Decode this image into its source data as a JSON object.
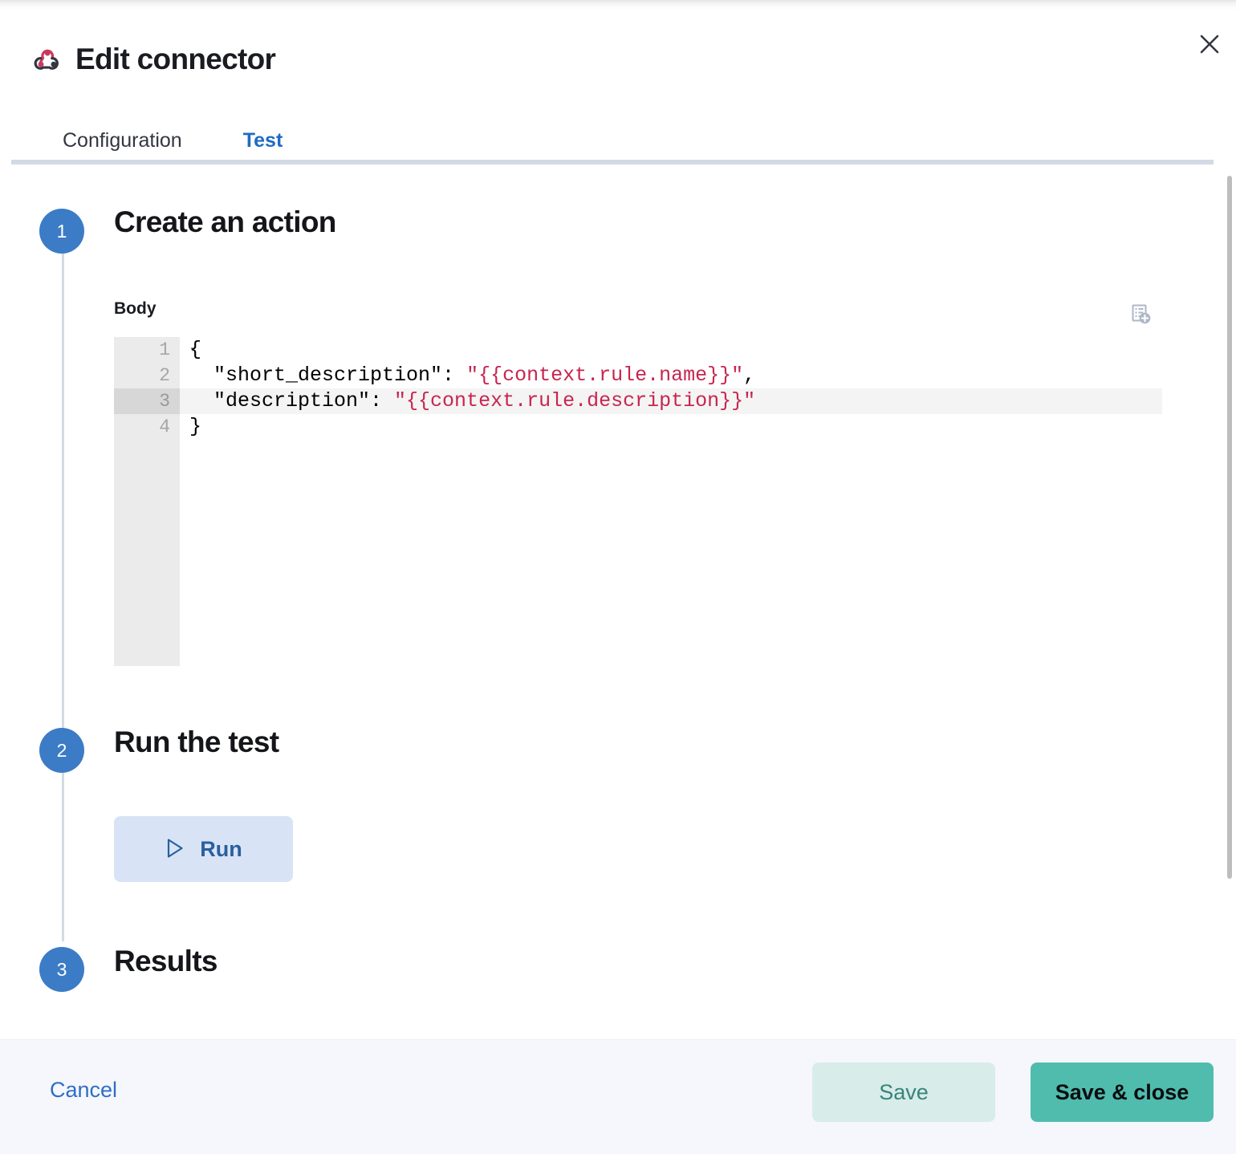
{
  "header": {
    "title": "Edit connector",
    "icon": "webhook-icon",
    "close_icon": "close-icon"
  },
  "tabs": [
    {
      "label": "Configuration",
      "selected": false
    },
    {
      "label": "Test",
      "selected": true
    }
  ],
  "steps": [
    {
      "number": "1",
      "title": "Create an action"
    },
    {
      "number": "2",
      "title": "Run the test"
    },
    {
      "number": "3",
      "title": "Results"
    }
  ],
  "editor": {
    "label": "Body",
    "add_variable_icon": "add-variable-icon",
    "active_line": 3,
    "lines": [
      {
        "number": "1",
        "foldable": true,
        "text": "{"
      },
      {
        "number": "2",
        "foldable": false,
        "key": "  \"short_description\": ",
        "value": "\"{{context.rule.name}}\"",
        "tail": ","
      },
      {
        "number": "3",
        "foldable": false,
        "key": "  \"description\": ",
        "value": "\"{{context.rule.description}}\"",
        "tail": ""
      },
      {
        "number": "4",
        "foldable": false,
        "text": "}"
      }
    ]
  },
  "run": {
    "label": "Run",
    "icon": "play-icon"
  },
  "footer": {
    "cancel_label": "Cancel",
    "save_label": "Save",
    "save_close_label": "Save & close"
  },
  "colors": {
    "accent_blue": "#3c7cc6",
    "tab_blue": "#2a71cc",
    "teal_primary": "#4fbcae",
    "teal_light": "#d8ece9",
    "run_bg": "#d8e4f5",
    "string_red": "#c7254e",
    "webhook_pink": "#c73a5c",
    "webhook_dark": "#343741"
  }
}
